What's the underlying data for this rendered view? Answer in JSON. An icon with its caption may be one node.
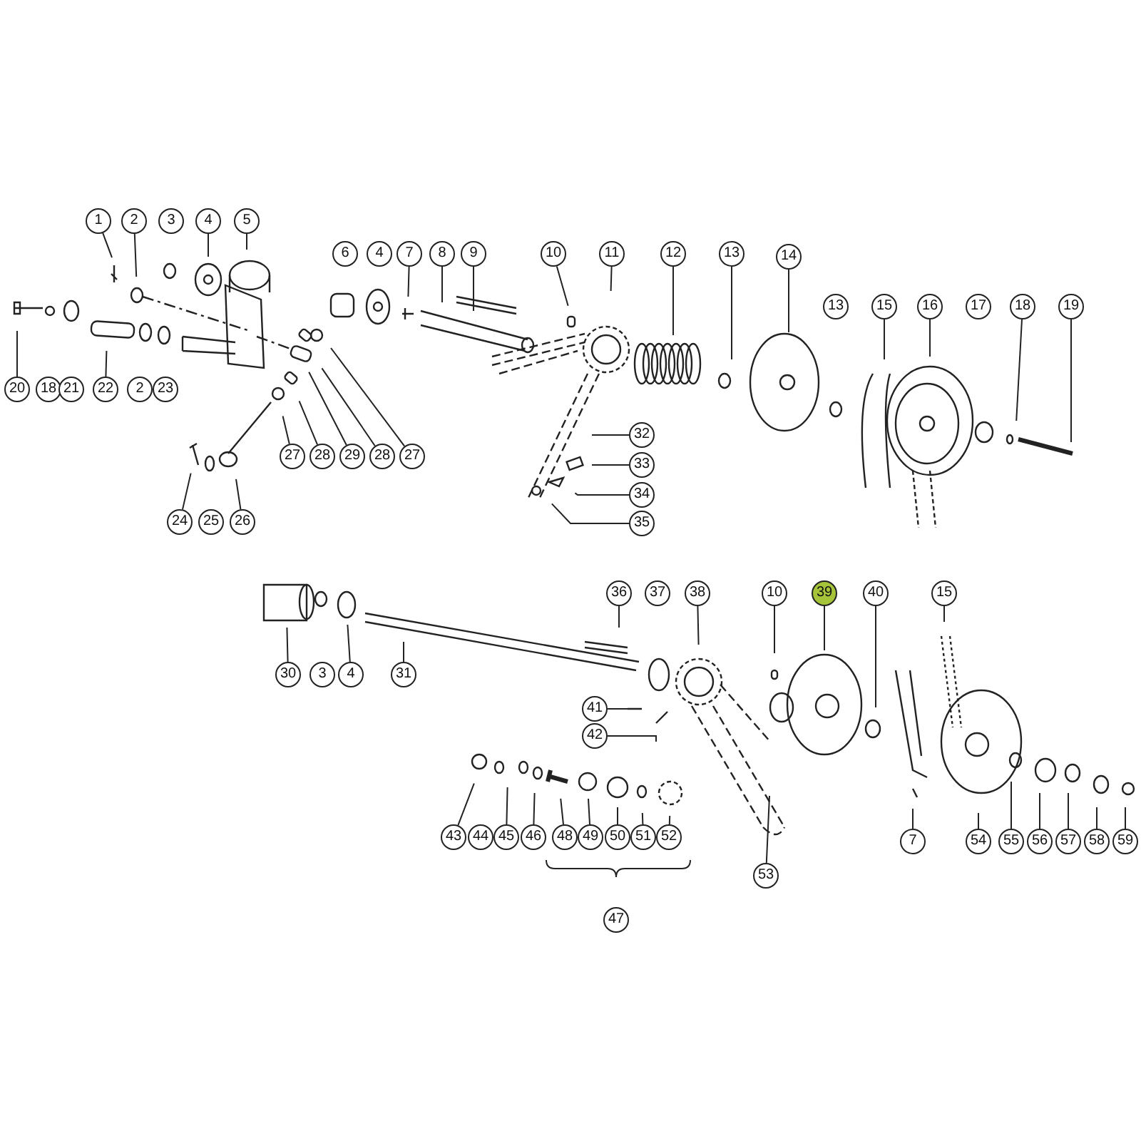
{
  "diagram": {
    "nodes": [
      {
        "text": [
          "1"
        ]
      },
      {
        "text": [
          "2"
        ]
      },
      {
        "text": [
          "3"
        ]
      },
      {
        "text": [
          "4"
        ]
      },
      {
        "text": [
          "5"
        ]
      },
      {
        "text": [
          "6"
        ]
      },
      {
        "text": [
          "4"
        ]
      },
      {
        "text": [
          "7"
        ]
      },
      {
        "text": [
          "8"
        ]
      },
      {
        "text": [
          "9"
        ]
      },
      {
        "text": [
          "10"
        ]
      },
      {
        "text": [
          "11"
        ]
      },
      {
        "text": [
          "12"
        ]
      },
      {
        "text": [
          "13"
        ]
      },
      {
        "text": [
          "14"
        ]
      },
      {
        "text": [
          "13"
        ]
      },
      {
        "text": [
          "15"
        ]
      },
      {
        "text": [
          "16"
        ]
      },
      {
        "text": [
          "17"
        ]
      },
      {
        "text": [
          "18"
        ]
      },
      {
        "text": [
          "19"
        ]
      },
      {
        "text": [
          "20"
        ]
      },
      {
        "text": [
          "18"
        ]
      },
      {
        "text": [
          "21"
        ]
      },
      {
        "text": [
          "22"
        ]
      },
      {
        "text": [
          "2"
        ]
      },
      {
        "text": [
          "23"
        ]
      },
      {
        "text": [
          "27"
        ]
      },
      {
        "text": [
          "28"
        ]
      },
      {
        "text": [
          "29"
        ]
      },
      {
        "text": [
          "28"
        ]
      },
      {
        "text": [
          "27"
        ]
      },
      {
        "text": [
          "24"
        ]
      },
      {
        "text": [
          "25"
        ]
      },
      {
        "text": [
          "26"
        ]
      },
      {
        "text": [
          "32"
        ]
      },
      {
        "text": [
          "33"
        ]
      },
      {
        "text": [
          "34"
        ]
      },
      {
        "text": [
          "35"
        ]
      },
      {
        "text": [
          "30"
        ]
      },
      {
        "text": [
          "3"
        ]
      },
      {
        "text": [
          "4"
        ]
      },
      {
        "text": [
          "31"
        ]
      },
      {
        "text": [
          "36"
        ]
      },
      {
        "text": [
          "37"
        ]
      },
      {
        "text": [
          "38"
        ]
      },
      {
        "text": [
          "10"
        ]
      },
      {
        "text": [
          "39"
        ]
      },
      {
        "text": [
          "40"
        ]
      },
      {
        "text": [
          "15"
        ]
      },
      {
        "text": [
          "41"
        ]
      },
      {
        "text": [
          "42"
        ]
      },
      {
        "text": [
          "43"
        ]
      },
      {
        "text": [
          "44"
        ]
      },
      {
        "text": [
          "45"
        ]
      },
      {
        "text": [
          "46"
        ]
      },
      {
        "text": [
          "48"
        ]
      },
      {
        "text": [
          "49"
        ]
      },
      {
        "text": [
          "50"
        ]
      },
      {
        "text": [
          "51"
        ]
      },
      {
        "text": [
          "52"
        ]
      },
      {
        "text": [
          "53"
        ]
      },
      {
        "text": [
          "47"
        ]
      },
      {
        "text": [
          "7"
        ]
      },
      {
        "text": [
          "54"
        ]
      },
      {
        "text": [
          "55"
        ]
      },
      {
        "text": [
          "56"
        ]
      },
      {
        "text": [
          "57"
        ]
      },
      {
        "text": [
          "58"
        ]
      },
      {
        "text": [
          "59"
        ]
      }
    ],
    "edges": [
      {
        "from": 0,
        "to": null,
        "arrow": "none"
      },
      {
        "from": 1,
        "to": null,
        "arrow": "none"
      },
      {
        "from": 3,
        "to": null,
        "arrow": "none"
      },
      {
        "from": 4,
        "to": null,
        "arrow": "none"
      },
      {
        "from": 7,
        "to": null,
        "arrow": "none"
      },
      {
        "from": 8,
        "to": null,
        "arrow": "none"
      },
      {
        "from": 9,
        "to": null,
        "arrow": "none"
      },
      {
        "from": 10,
        "to": null,
        "arrow": "none"
      },
      {
        "from": 11,
        "to": null,
        "arrow": "none"
      },
      {
        "from": 12,
        "to": null,
        "arrow": "none"
      },
      {
        "from": 13,
        "to": null,
        "arrow": "none"
      },
      {
        "from": 14,
        "to": null,
        "arrow": "none"
      },
      {
        "from": 16,
        "to": null,
        "arrow": "none"
      },
      {
        "from": 17,
        "to": null,
        "arrow": "none"
      },
      {
        "from": 19,
        "to": null,
        "arrow": "none"
      },
      {
        "from": 20,
        "to": null,
        "arrow": "none"
      },
      {
        "from": 21,
        "to": null,
        "arrow": "none"
      },
      {
        "from": 24,
        "to": null,
        "arrow": "none"
      },
      {
        "from": 27,
        "to": null,
        "arrow": "none"
      },
      {
        "from": 28,
        "to": null,
        "arrow": "none"
      },
      {
        "from": 29,
        "to": null,
        "arrow": "none"
      },
      {
        "from": 30,
        "to": null,
        "arrow": "none"
      },
      {
        "from": 31,
        "to": null,
        "arrow": "none"
      },
      {
        "from": 32,
        "to": null,
        "arrow": "none"
      },
      {
        "from": 34,
        "to": null,
        "arrow": "none"
      },
      {
        "from": 35,
        "to": null,
        "arrow": "none"
      },
      {
        "from": 36,
        "to": null,
        "arrow": "none"
      },
      {
        "from": 37,
        "to": null,
        "arrow": "none"
      },
      {
        "from": 38,
        "to": null,
        "arrow": "none"
      },
      {
        "from": 39,
        "to": null,
        "arrow": "none"
      },
      {
        "from": 41,
        "to": null,
        "arrow": "none"
      },
      {
        "from": 42,
        "to": null,
        "arrow": "none"
      },
      {
        "from": 43,
        "to": null,
        "arrow": "none"
      },
      {
        "from": 45,
        "to": null,
        "arrow": "none"
      },
      {
        "from": 46,
        "to": null,
        "arrow": "none"
      },
      {
        "from": 47,
        "to": null,
        "arrow": "none"
      },
      {
        "from": 48,
        "to": null,
        "arrow": "none"
      },
      {
        "from": 49,
        "to": null,
        "arrow": "none"
      },
      {
        "from": 50,
        "to": null,
        "arrow": "none"
      },
      {
        "from": 51,
        "to": null,
        "arrow": "none"
      },
      {
        "from": 52,
        "to": null,
        "arrow": "none"
      },
      {
        "from": 54,
        "to": null,
        "arrow": "none"
      },
      {
        "from": 55,
        "to": null,
        "arrow": "none"
      },
      {
        "from": 56,
        "to": null,
        "arrow": "none"
      },
      {
        "from": 57,
        "to": null,
        "arrow": "none"
      },
      {
        "from": 58,
        "to": null,
        "arrow": "none"
      },
      {
        "from": 59,
        "to": null,
        "arrow": "none"
      },
      {
        "from": 60,
        "to": null,
        "arrow": "none"
      },
      {
        "from": 61,
        "to": null,
        "arrow": "none"
      },
      {
        "from": 63,
        "to": null,
        "arrow": "none"
      },
      {
        "from": 64,
        "to": null,
        "arrow": "none"
      },
      {
        "from": 65,
        "to": null,
        "arrow": "none"
      },
      {
        "from": 66,
        "to": null,
        "arrow": "none"
      },
      {
        "from": 67,
        "to": null,
        "arrow": "none"
      },
      {
        "from": 68,
        "to": null,
        "arrow": "none"
      },
      {
        "from": 69,
        "to": null,
        "arrow": "none"
      }
    ]
  }
}
